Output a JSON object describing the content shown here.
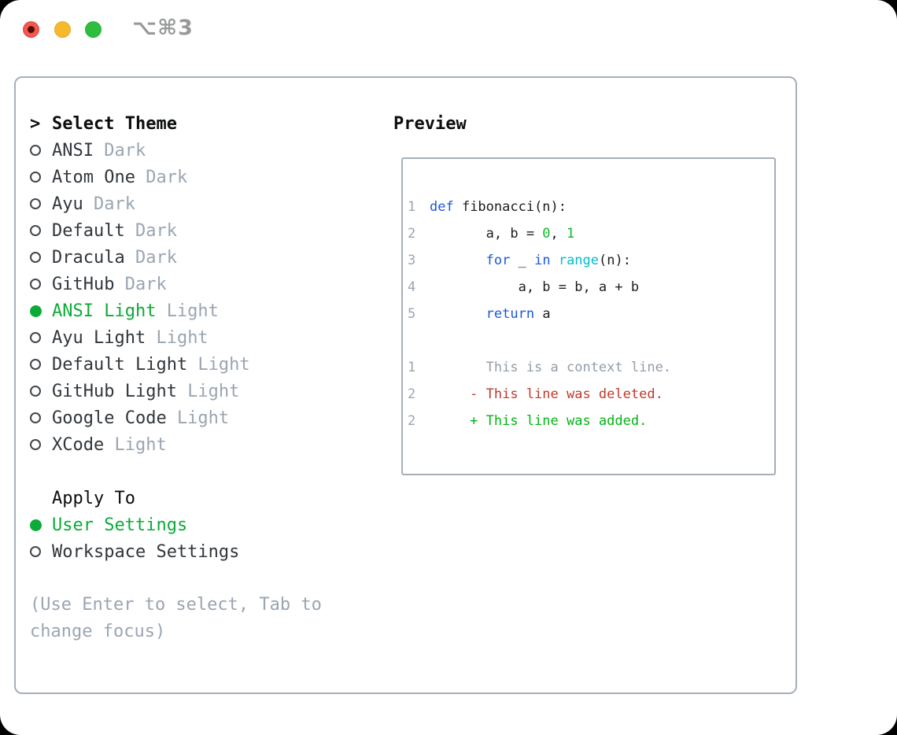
{
  "titlebar": {
    "shortcut": "⌥⌘3",
    "traffic_lights": [
      "close",
      "minimize",
      "zoom"
    ]
  },
  "colors": {
    "accent_green": "#0cab39",
    "keyword_blue": "#1c57d6",
    "builtin_cyan": "#06bccd",
    "number_green": "#0ab928",
    "added_green": "#00b513",
    "deleted_red": "#c0392b",
    "muted_gray": "#9aa5b2",
    "panel_border": "#a6afba"
  },
  "theme_list": {
    "prompt": ">",
    "header": "Select Theme",
    "items": [
      {
        "name": "ANSI",
        "tag": "Dark",
        "selected": false
      },
      {
        "name": "Atom One",
        "tag": "Dark",
        "selected": false
      },
      {
        "name": "Ayu",
        "tag": "Dark",
        "selected": false
      },
      {
        "name": "Default",
        "tag": "Dark",
        "selected": false
      },
      {
        "name": "Dracula",
        "tag": "Dark",
        "selected": false
      },
      {
        "name": "GitHub",
        "tag": "Dark",
        "selected": false
      },
      {
        "name": "ANSI Light",
        "tag": "Light",
        "selected": true
      },
      {
        "name": "Ayu Light",
        "tag": "Light",
        "selected": false
      },
      {
        "name": "Default Light",
        "tag": "Light",
        "selected": false
      },
      {
        "name": "GitHub Light",
        "tag": "Light",
        "selected": false
      },
      {
        "name": "Google Code",
        "tag": "Light",
        "selected": false
      },
      {
        "name": "XCode",
        "tag": "Light",
        "selected": false
      }
    ]
  },
  "apply_to": {
    "header": "Apply To",
    "options": [
      {
        "name": "User Settings",
        "selected": true
      },
      {
        "name": "Workspace Settings",
        "selected": false
      }
    ]
  },
  "hint": "(Use Enter to select, Tab to\nchange focus)",
  "preview": {
    "title": "Preview",
    "code_lines": [
      {
        "num": "1",
        "tokens": [
          {
            "t": "def",
            "c": "kw"
          },
          {
            "t": " fibonacci(n):",
            "c": "pl"
          }
        ]
      },
      {
        "num": "2",
        "tokens": [
          {
            "t": "       a, b = ",
            "c": "pl"
          },
          {
            "t": "0",
            "c": "num"
          },
          {
            "t": ", ",
            "c": "pl"
          },
          {
            "t": "1",
            "c": "num"
          }
        ]
      },
      {
        "num": "3",
        "tokens": [
          {
            "t": "       ",
            "c": "pl"
          },
          {
            "t": "for",
            "c": "kw"
          },
          {
            "t": " _ ",
            "c": "pl"
          },
          {
            "t": "in",
            "c": "kw"
          },
          {
            "t": " ",
            "c": "pl"
          },
          {
            "t": "range",
            "c": "fn"
          },
          {
            "t": "(n):",
            "c": "pl"
          }
        ]
      },
      {
        "num": "4",
        "tokens": [
          {
            "t": "           a, b = b, a + b",
            "c": "pl"
          }
        ]
      },
      {
        "num": "5",
        "tokens": [
          {
            "t": "       ",
            "c": "pl"
          },
          {
            "t": "return",
            "c": "kw"
          },
          {
            "t": " a",
            "c": "pl"
          }
        ]
      },
      {
        "num": "",
        "tokens": []
      },
      {
        "num": "1",
        "tokens": [
          {
            "t": "       This is a context line.",
            "c": "ctx"
          }
        ]
      },
      {
        "num": "2",
        "tokens": [
          {
            "t": "     - This line was deleted.",
            "c": "del"
          }
        ]
      },
      {
        "num": "2",
        "tokens": [
          {
            "t": "     + This line was added.",
            "c": "add"
          }
        ]
      }
    ]
  }
}
